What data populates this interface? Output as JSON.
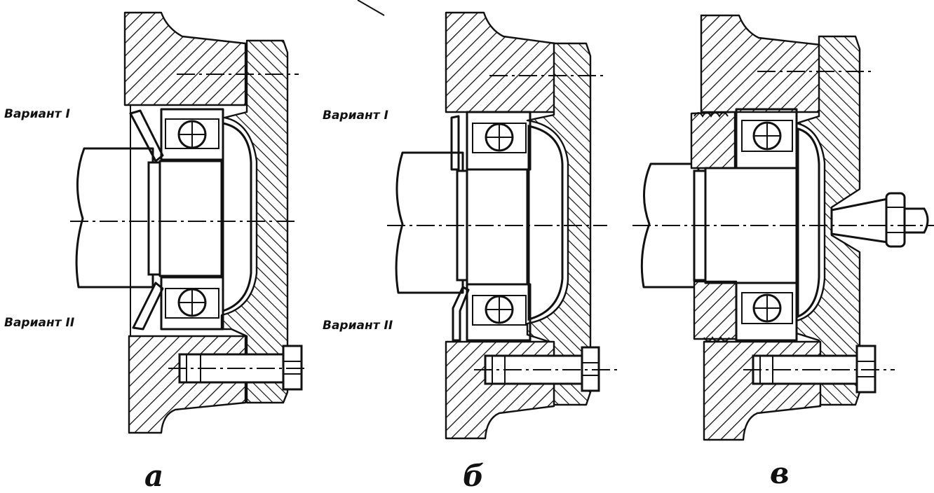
{
  "panels": [
    {
      "caption": "а",
      "variant_top": "Вариант I",
      "variant_bottom": "Вариант II"
    },
    {
      "caption": "б",
      "variant_top": "Вариант I",
      "variant_bottom": "Вариант II"
    },
    {
      "caption": "в"
    }
  ],
  "colors": {
    "ink": "#111111",
    "paper": "#ffffff"
  }
}
